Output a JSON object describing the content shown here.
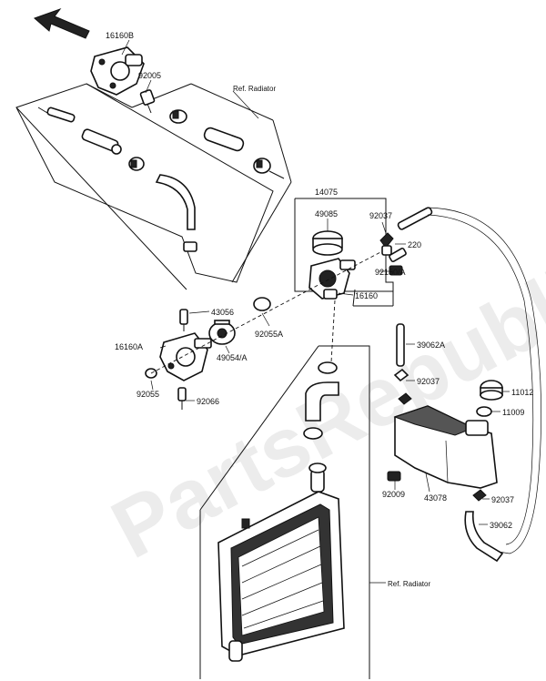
{
  "watermark": "PartsRepublik",
  "refs": {
    "radiator_top": "Ref. Radiator",
    "radiator_bottom": "Ref. Radiator"
  },
  "callouts": {
    "p16160B": "16160B",
    "p92005": "92005",
    "p14075": "14075",
    "p49085": "49085",
    "p92037a": "92037",
    "p220": "220",
    "p92150A": "92150/A",
    "p16160": "16160",
    "p43056": "43056",
    "p92055A": "92055A",
    "p16160A": "16160A",
    "p49054A": "49054/A",
    "p92055": "92055",
    "p92066": "92066",
    "p39062A": "39062A",
    "p92037b": "92037",
    "p11012": "11012",
    "p11009": "11009",
    "p92009": "92009",
    "p43078": "43078",
    "p92037c": "92037",
    "p39062": "39062"
  }
}
